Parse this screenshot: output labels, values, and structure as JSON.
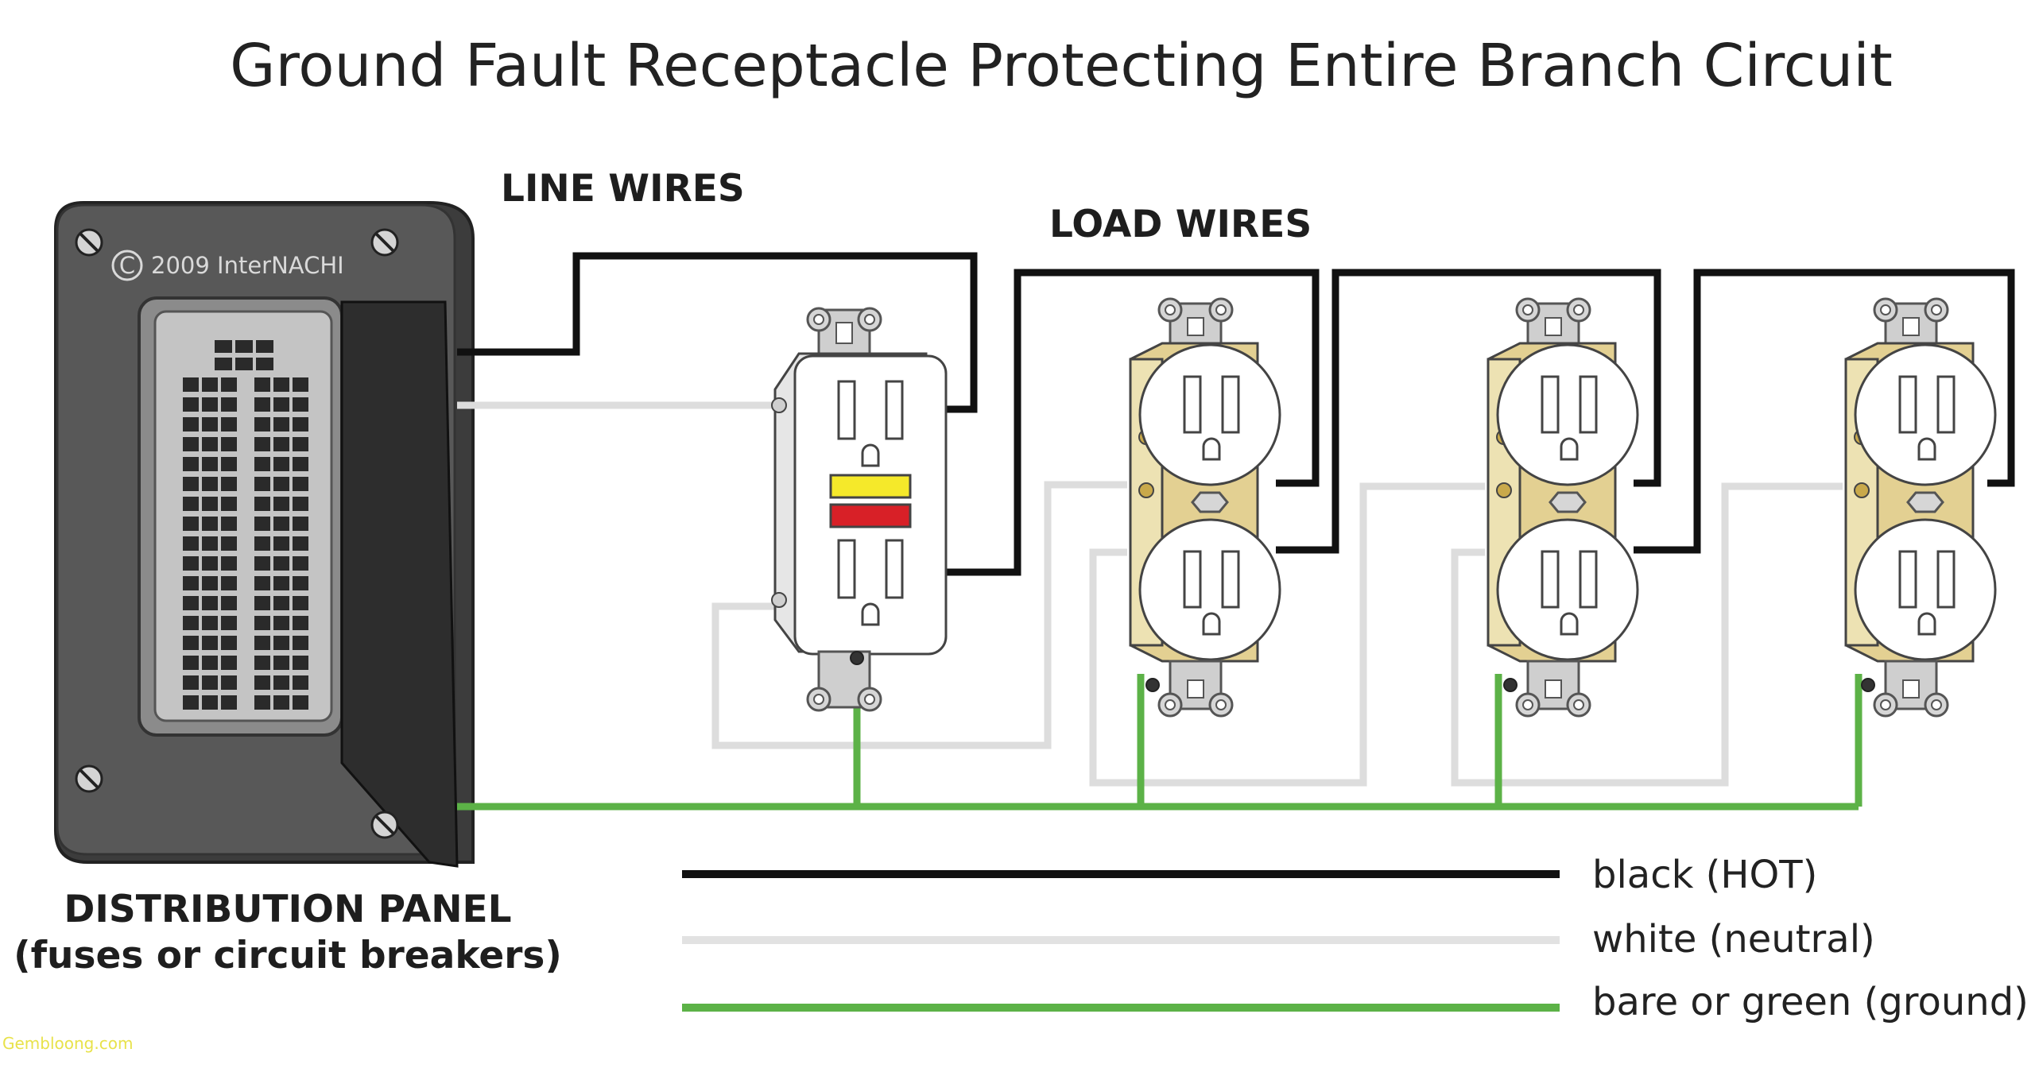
{
  "title": "Ground Fault Receptacle Protecting Entire Branch Circuit",
  "labels": {
    "line_wires": "LINE WIRES",
    "load_wires": "LOAD WIRES",
    "panel_line1": "DISTRIBUTION PANEL",
    "panel_line2": "(fuses or circuit breakers)",
    "copyright": "2009 InterNACHI",
    "copyright_symbol": "C",
    "watermark": "Gembloong.com"
  },
  "legend": [
    {
      "label": "black (HOT)",
      "color": "#111111"
    },
    {
      "label": "white (neutral)",
      "color": "#e2e2e2"
    },
    {
      "label": "bare or green (ground)",
      "color": "#5cb247"
    }
  ],
  "colors": {
    "hot": "#111111",
    "neutral": "#dddddd",
    "ground": "#5cb247",
    "panel": "#4a4a4a",
    "brass": "#e3d092",
    "gfci_test": "#f5e92a",
    "gfci_reset": "#d82027"
  }
}
